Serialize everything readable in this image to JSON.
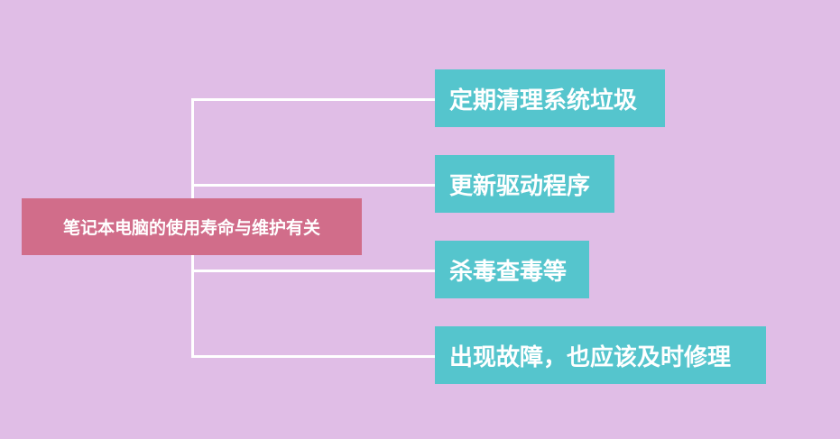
{
  "root": {
    "label": "笔记本电脑的使用寿命与维护有关"
  },
  "branches": [
    {
      "label": "定期清理系统垃圾"
    },
    {
      "label": "更新驱动程序"
    },
    {
      "label": "杀毒查毒等"
    },
    {
      "label": "出现故障，也应该及时修理"
    }
  ],
  "colors": {
    "background": "#e0bde6",
    "root": "#d16d8a",
    "leaf": "#55c5cd",
    "connector": "#ffffff"
  }
}
